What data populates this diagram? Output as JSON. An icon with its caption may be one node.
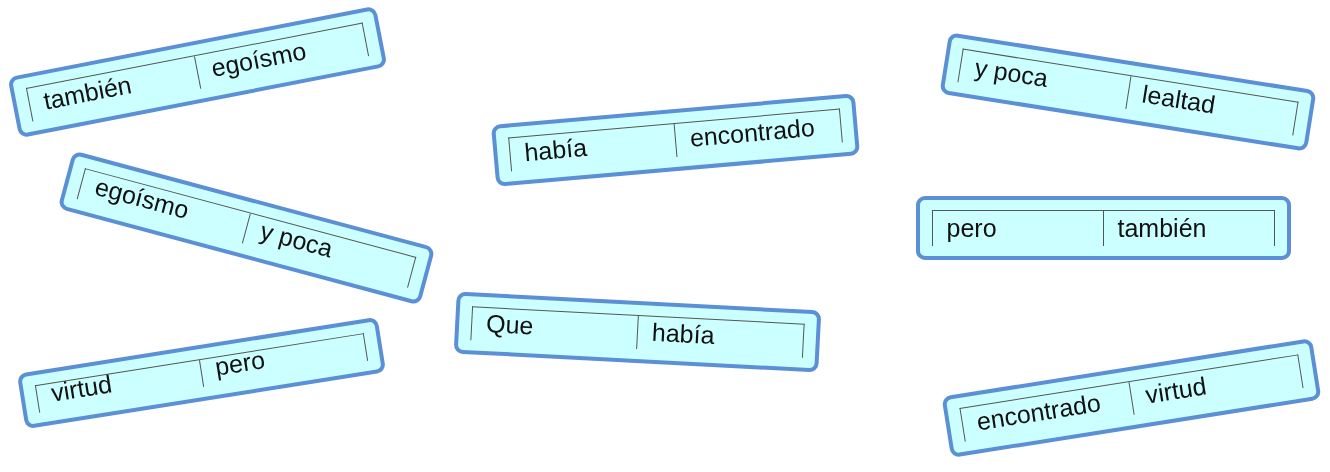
{
  "diagram": {
    "nodes": [
      {
        "text": [
          "también",
          "egoísmo"
        ]
      },
      {
        "text": [
          "y poca",
          "lealtad"
        ]
      },
      {
        "text": [
          "había",
          "encontrado"
        ]
      },
      {
        "text": [
          "egoísmo",
          "y poca"
        ]
      },
      {
        "text": [
          "pero",
          "también"
        ]
      },
      {
        "text": [
          "Que",
          "había"
        ]
      },
      {
        "text": [
          "virtud",
          "pero"
        ]
      },
      {
        "text": [
          "encontrado",
          "virtud"
        ]
      }
    ]
  }
}
